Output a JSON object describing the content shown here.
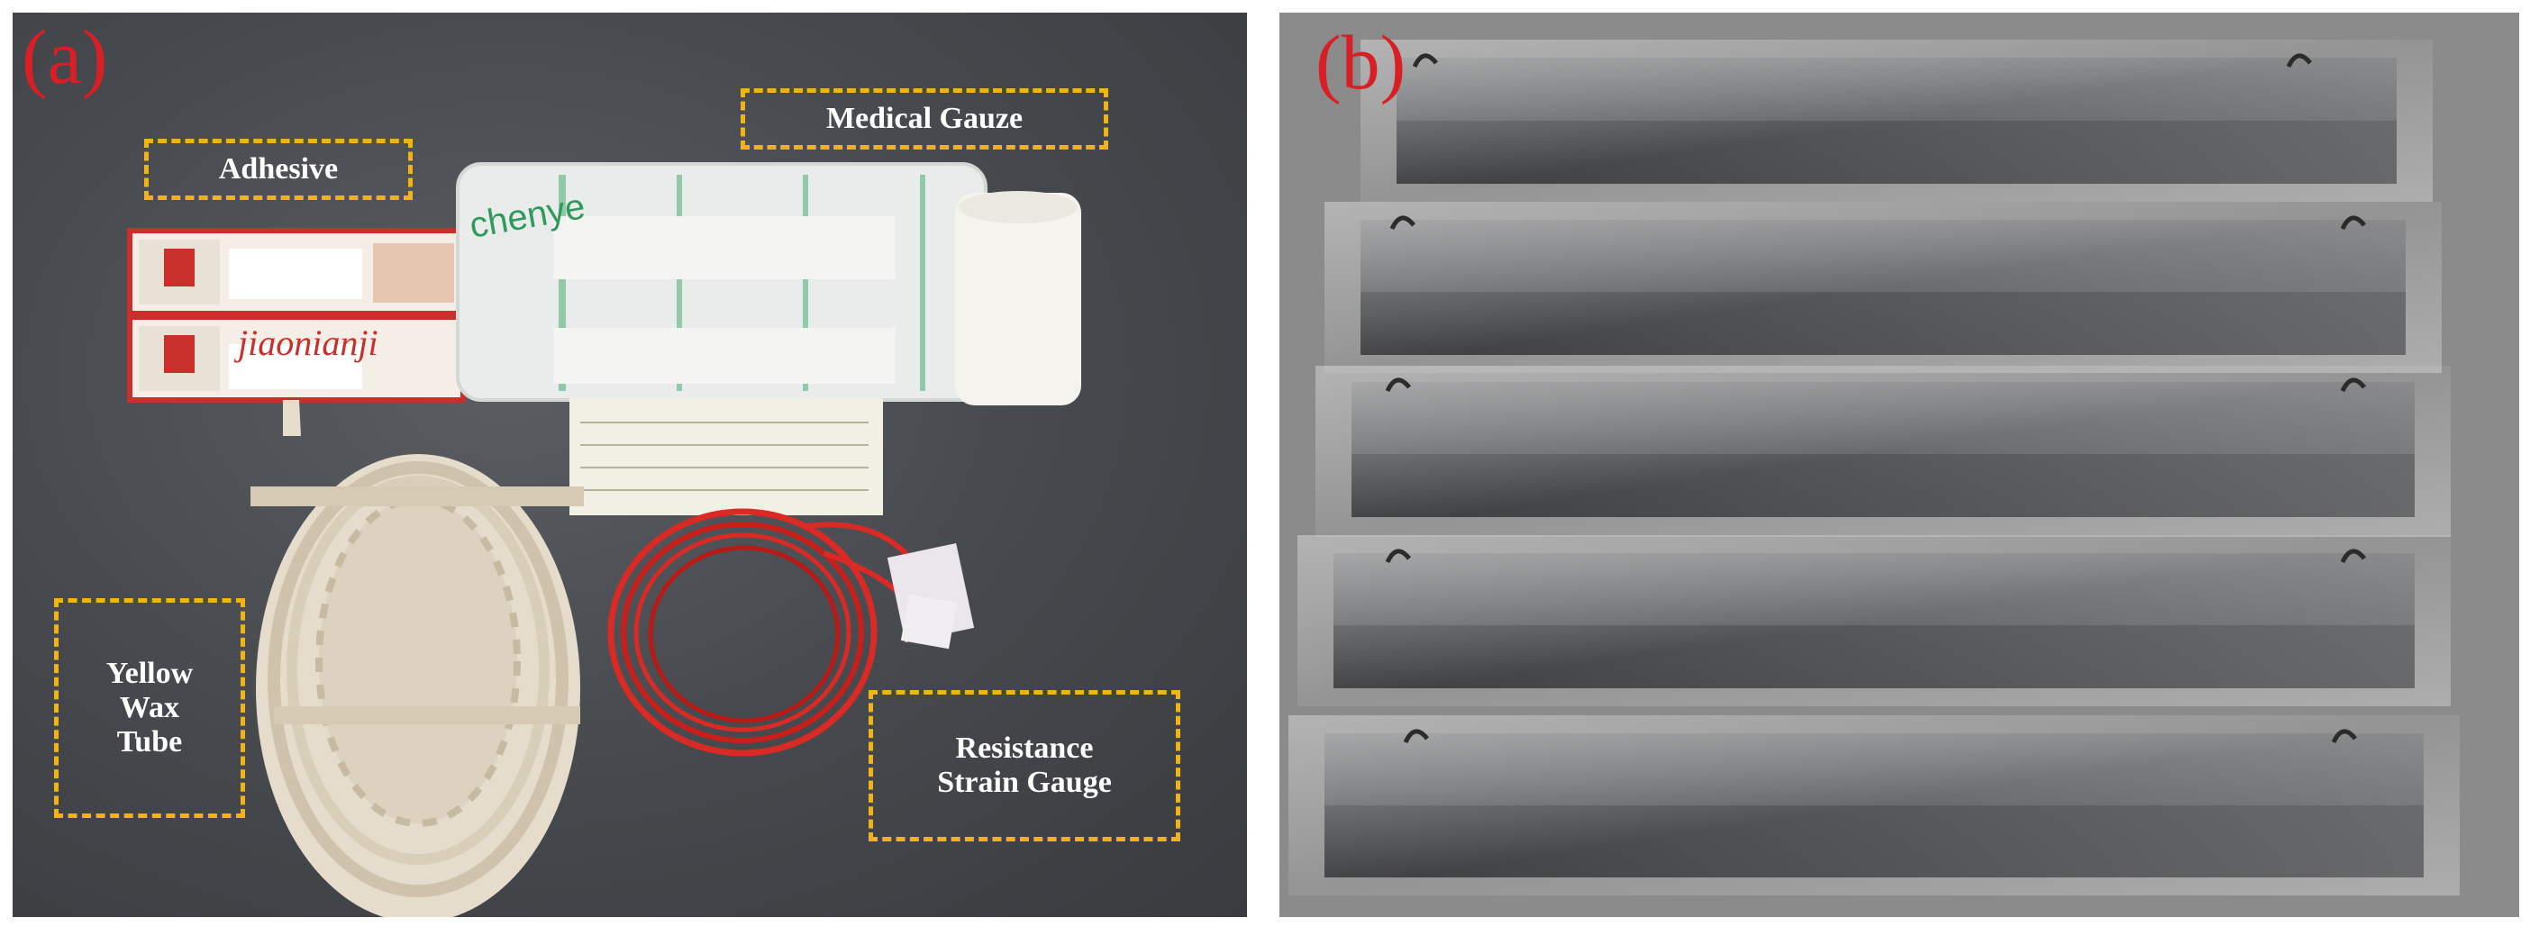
{
  "panel_a": {
    "letter": "(a)",
    "labels": {
      "adhesive": "Adhesive",
      "medical_gauze": "Medical Gauze",
      "yellow_wax_tube": "Yellow\nWax\nTube",
      "strain_gauge": "Resistance\nStrain Gauge"
    },
    "box_text": "jiaonianji",
    "gauze_brand": "chenye"
  },
  "panel_b": {
    "letter": "(b)"
  },
  "colors": {
    "callout_border": "#f2b414",
    "panel_letter": "#d81f26",
    "wire": "#d92a25"
  }
}
